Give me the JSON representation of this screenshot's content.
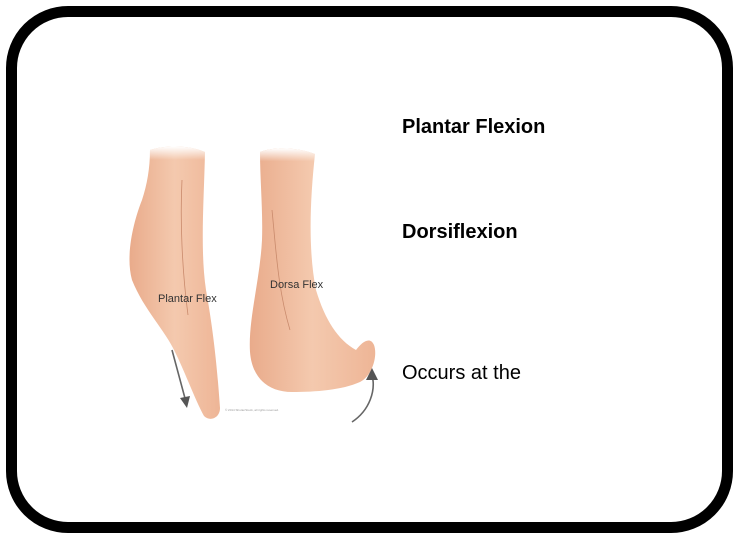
{
  "slide": {
    "heading_1": "Plantar Flexion",
    "heading_2": "Dorsiflexion",
    "body_text": "Occurs at the"
  },
  "illustration": {
    "left_label": "Plantar Flex",
    "right_label": "Dorsa Flex",
    "copyright_note": "© 2014 ShutterStock, all rights reserved.",
    "skin_color": "#f2c2a3",
    "arrow_color": "#666666"
  },
  "colors": {
    "frame_border": "#000000",
    "background": "#ffffff",
    "text": "#000000"
  }
}
